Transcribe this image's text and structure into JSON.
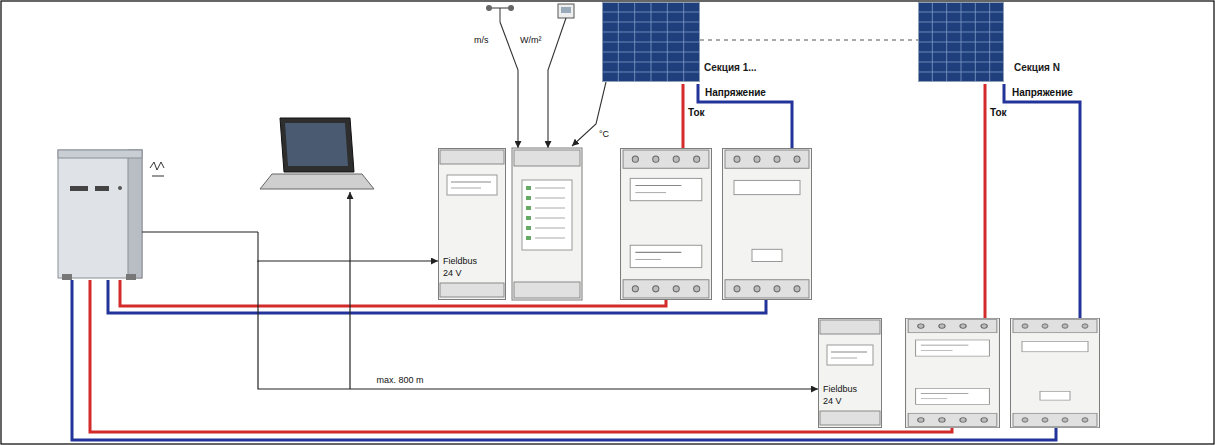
{
  "diagram": {
    "nodes": [
      {
        "text": [
          "Секция 1..."
        ]
      },
      {
        "text": [
          "Секция N"
        ]
      },
      {
        "text": [
          "Fieldbus",
          "24 V"
        ]
      },
      {
        "text": [
          "Fieldbus",
          "24 V"
        ]
      }
    ],
    "edges": [
      {
        "from": 3,
        "to": 2,
        "label": "max. 800 m",
        "arrow": "both"
      }
    ],
    "labels": [
      "m/s",
      "W/m²",
      "°C",
      "Напряжение",
      "Ток",
      "Напряжение",
      "Ток"
    ]
  }
}
